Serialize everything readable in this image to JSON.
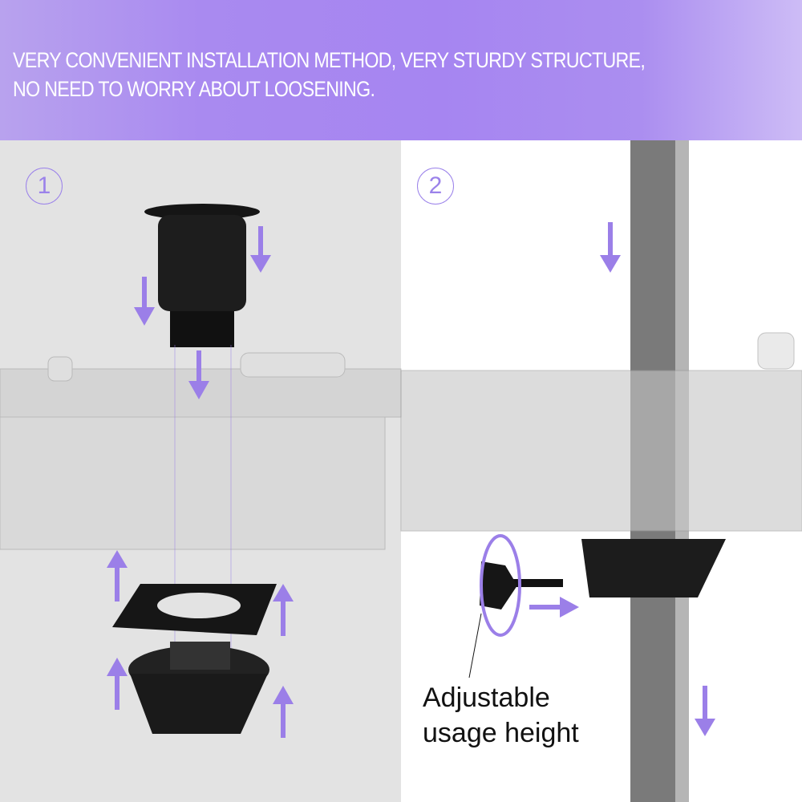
{
  "header": {
    "line1": "VERY CONVENIENT INSTALLATION METHOD, VERY STURDY STRUCTURE,",
    "line2": "NO NEED TO WORRY ABOUT LOOSENING."
  },
  "steps": [
    {
      "number": "1"
    },
    {
      "number": "2"
    }
  ],
  "caption": {
    "line1": "Adjustable",
    "line2": "usage height"
  },
  "colors": {
    "accent": "#a685f1",
    "arrow": "#9b7fe8",
    "panel_left": "#e3e3e3"
  }
}
